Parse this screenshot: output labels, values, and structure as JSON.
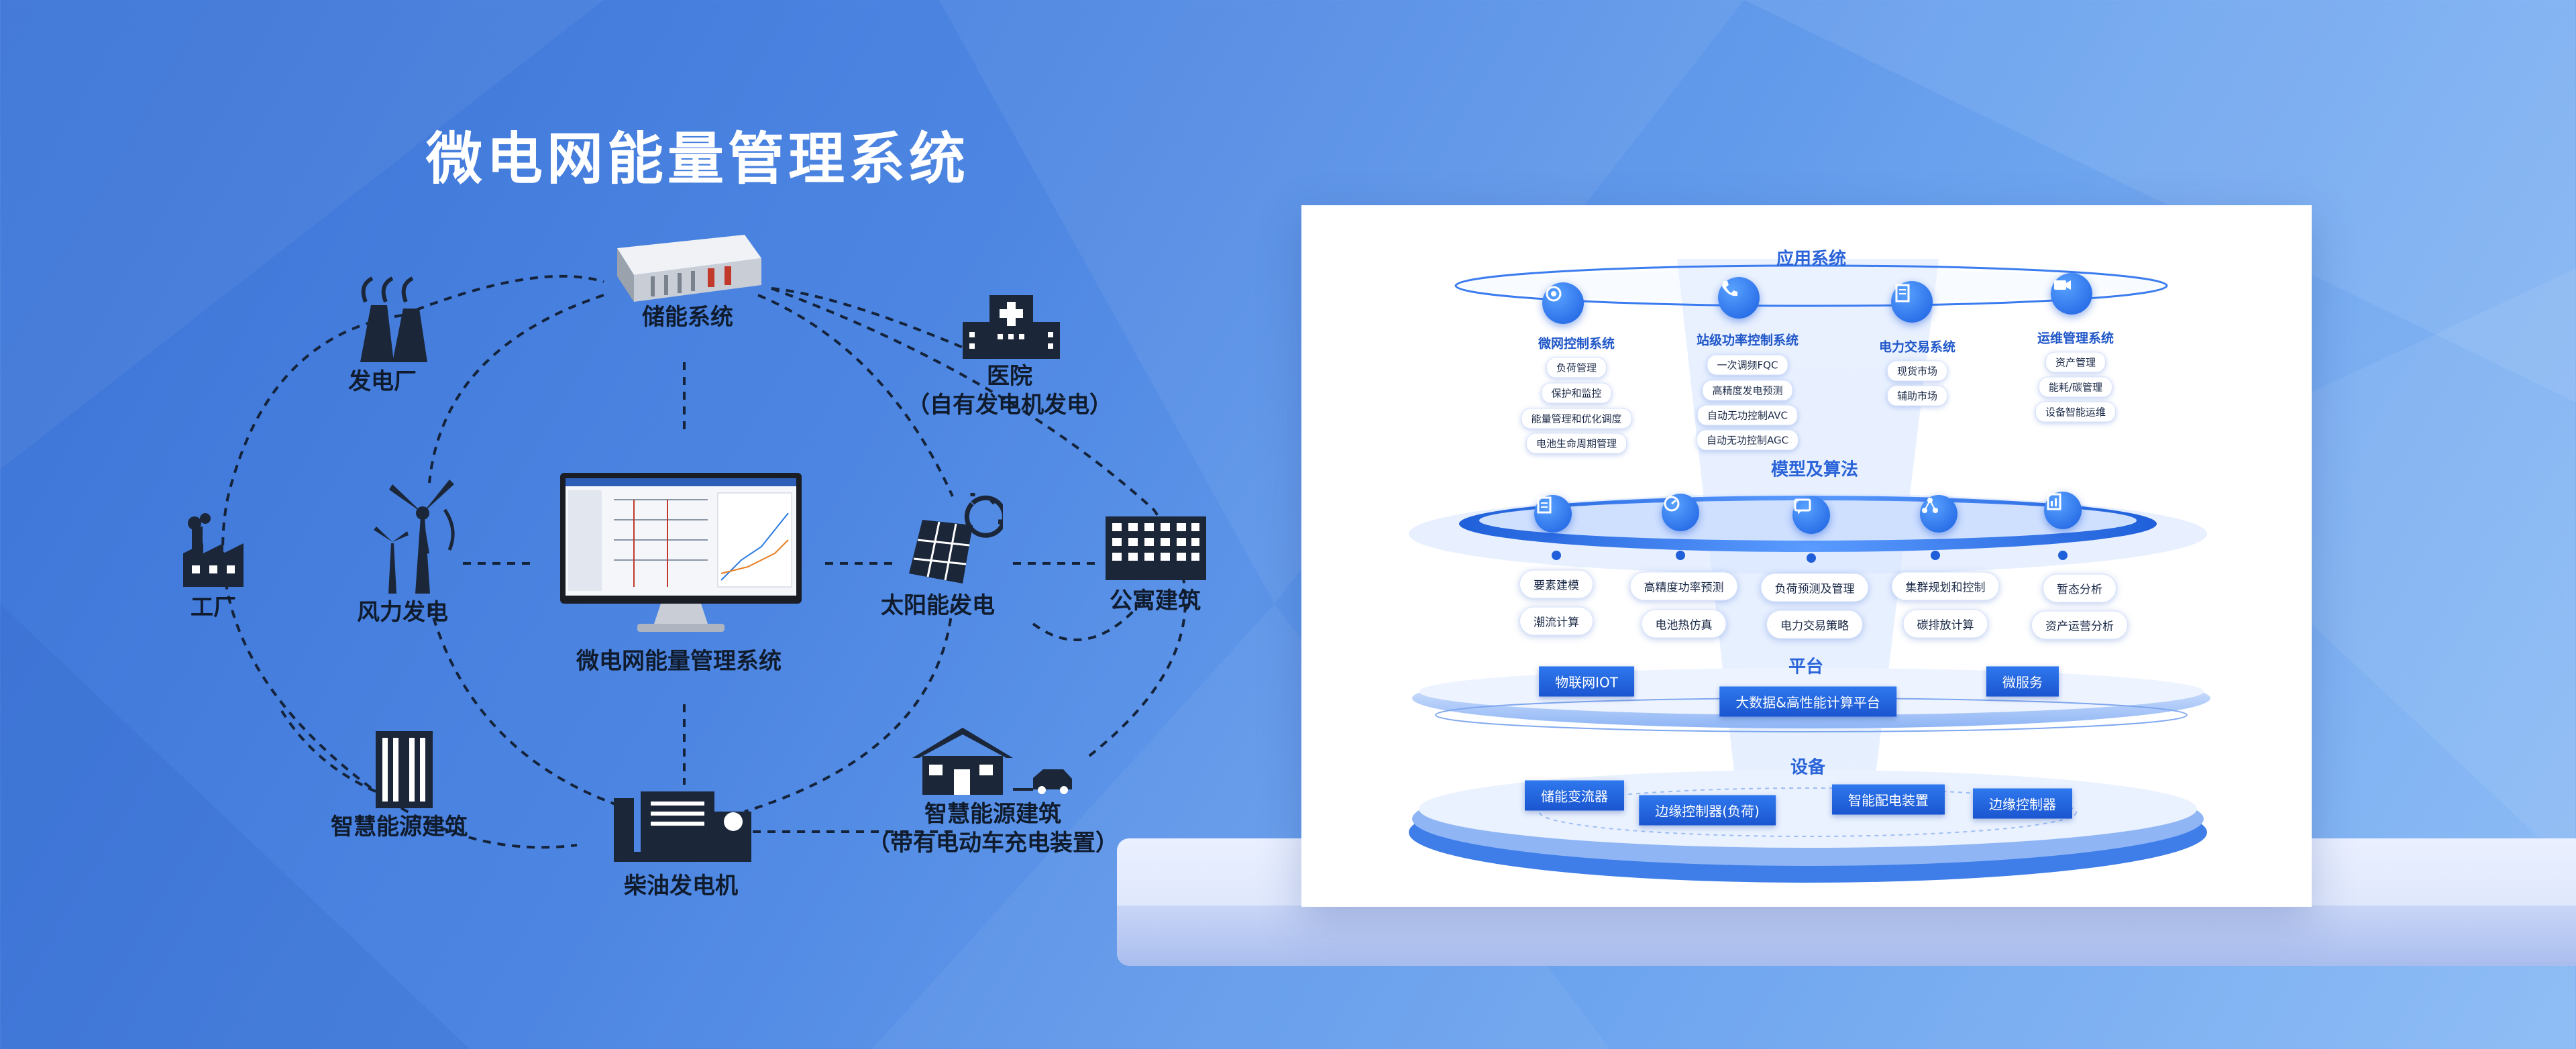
{
  "title": "微电网能量管理系统",
  "left_diagram": {
    "nodes": {
      "storage": "储能系统",
      "power_plant": "发电厂",
      "hospital_line1": "医院",
      "hospital_line2": "（自有发电机发电）",
      "factory": "工厂",
      "wind": "风力发电",
      "ems": "微电网能量管理系统",
      "solar": "太阳能发电",
      "apartment": "公寓建筑",
      "smart_building": "智慧能源建筑",
      "diesel": "柴油发电机",
      "smart_building_ev_line1": "智慧能源建筑",
      "smart_building_ev_line2": "（带有电动车充电装置）"
    }
  },
  "architecture": {
    "application": {
      "title": "应用系统",
      "systems": [
        {
          "name": "微网控制系统",
          "icon": "settings-person-icon",
          "items": [
            "负荷管理",
            "保护和监控",
            "能量管理和优化调度",
            "电池生命周期管理"
          ]
        },
        {
          "name": "站级功率控制系统",
          "icon": "phone-control-icon",
          "items": [
            "一次调频FQC",
            "高精度发电预测",
            "自动无功控制AVC",
            "自动无功控制AGC"
          ]
        },
        {
          "name": "电力交易系统",
          "icon": "building-trade-icon",
          "items": [
            "现货市场",
            "辅助市场"
          ]
        },
        {
          "name": "运维管理系统",
          "icon": "camera-maintenance-icon",
          "items": [
            "资产管理",
            "能耗/碳管理",
            "设备智能运维"
          ]
        }
      ]
    },
    "model": {
      "title": "模型及算法",
      "icons": [
        "model-doc-icon",
        "gauge-icon",
        "chat-chart-icon",
        "network-node-icon",
        "report-icon"
      ],
      "items": [
        [
          "要素建模",
          "潮流计算"
        ],
        [
          "高精度功率预测",
          "电池热仿真"
        ],
        [
          "负荷预测及管理",
          "电力交易策略"
        ],
        [
          "集群规划和控制",
          "碳排放计算"
        ],
        [
          "暂态分析",
          "资产运营分析"
        ]
      ]
    },
    "platform": {
      "title": "平台",
      "items": [
        "物联网IOT",
        "大数据&高性能计算平台",
        "微服务"
      ]
    },
    "equipment": {
      "title": "设备",
      "items": [
        "储能变流器",
        "边缘控制器(负荷)",
        "智能配电装置",
        "边缘控制器"
      ]
    }
  }
}
